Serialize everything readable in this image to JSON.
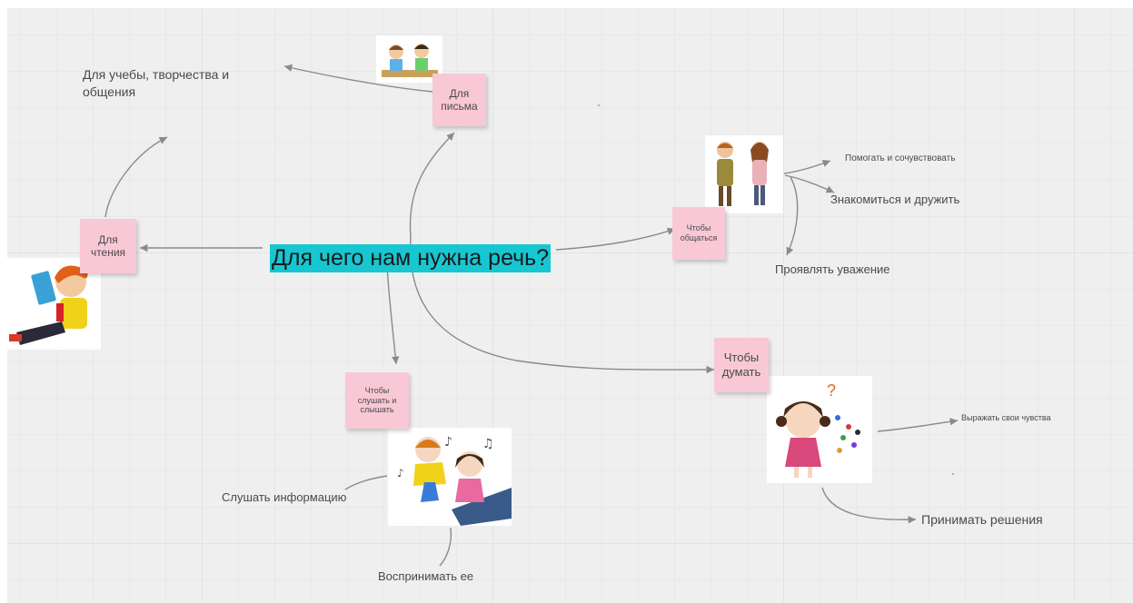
{
  "central_topic": "Для чего нам нужна речь?",
  "stickies": {
    "reading": "Для\nчтения",
    "writing": "Для\nписьма",
    "communication": "Чтобы\nобщаться",
    "thinking": "Чтобы\nдумать",
    "listening": "Чтобы\nслушать и\nслышать"
  },
  "labels": {
    "study": "Для учебы, творчества и\nобщения",
    "help": "Помогать и сочувствовать",
    "friends": "Знакомиться и дружить",
    "respect": "Проявлять уважение",
    "feelings": "Выражать свои чувства",
    "decisions": "Принимать решения",
    "listen_info": "Слушать информацию",
    "perceive": "Воспринимать ее"
  },
  "illustrations": [
    "two-children-at-desk",
    "boy-and-girl-talking",
    "boy-reading-book",
    "thinking-girl",
    "children-listening-to-music"
  ],
  "colors": {
    "central_bg": "#16c7d2",
    "sticky_bg": "#f9c8d6",
    "connector": "#8a8a8a",
    "board_bg": "#efefef"
  }
}
